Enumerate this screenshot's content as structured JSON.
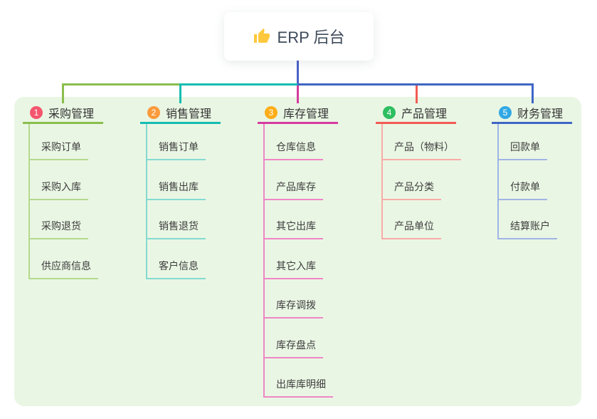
{
  "root": {
    "label": "ERP 后台",
    "icon": "thumbs-up-icon",
    "icon_color": "#FFC83D",
    "line_color": "#4A62C8"
  },
  "panel_color": "#EAF6E4",
  "branches": [
    {
      "badge": "1",
      "label": "采购管理",
      "badge_color": "#F4566E",
      "line_color": "#89BE4C",
      "light_color": "#B4D98E",
      "children": [
        "采购订单",
        "采购入库",
        "采购退货",
        "供应商信息"
      ]
    },
    {
      "badge": "2",
      "label": "销售管理",
      "badge_color": "#FB9B3D",
      "line_color": "#16BCB1",
      "light_color": "#84DAD1",
      "children": [
        "销售订单",
        "销售出库",
        "销售退货",
        "客户信息"
      ]
    },
    {
      "badge": "3",
      "label": "库存管理",
      "badge_color": "#FCAD18",
      "line_color": "#D43C9E",
      "light_color": "#EF86C6",
      "children": [
        "仓库信息",
        "产品库存",
        "其它出库",
        "其它入库",
        "库存调拨",
        "库存盘点",
        "出库库明细"
      ]
    },
    {
      "badge": "4",
      "label": "产品管理",
      "badge_color": "#2DBE60",
      "line_color": "#F25B54",
      "light_color": "#F8ACA7",
      "children": [
        "产品（物料）",
        "产品分类",
        "产品单位"
      ]
    },
    {
      "badge": "5",
      "label": "财务管理",
      "badge_color": "#31A8E4",
      "line_color": "#3F66C5",
      "light_color": "#9EB5E5",
      "children": [
        "回款单",
        "付款单",
        "结算账户"
      ]
    }
  ]
}
